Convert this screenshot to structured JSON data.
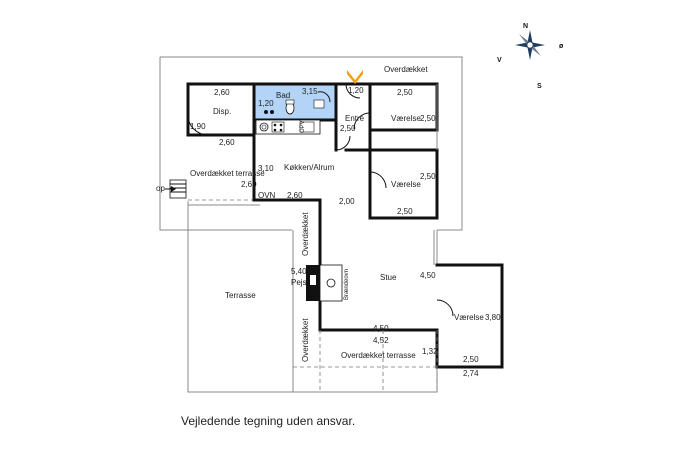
{
  "compass": {
    "n": "N",
    "e": "ø",
    "s": "S",
    "w": "V"
  },
  "labels": {
    "overdaekket_top": "Overdækket",
    "disp": "Disp.",
    "bad": "Bad",
    "entre": "Entré",
    "vaerelse1": "Værelse",
    "vaerelse2": "Værelse",
    "vaerelse3": "Værelse",
    "kokken": "Køkken/Alrum",
    "ovn": "OVN",
    "overdaekket_terrasse_left": "Overdækket terrasse",
    "op": "op",
    "overdaekket_vert1": "Overdækket",
    "overdaekket_vert2": "Overdækket",
    "terrasse": "Terrasse",
    "pejs": "Pejs",
    "braendeovn": "Brændeovn",
    "stue": "Stue",
    "overdaekket_terrasse_bottom": "Overdækket terrasse",
    "opv": "OPV"
  },
  "dimensions": {
    "d_2_60_disp": "2,60",
    "d_1_90": "1,90",
    "d_2_60_lower": "2,60",
    "d_1_20_bad": "1,20",
    "d_3_15": "3,15",
    "d_1_20_entre": "1,20",
    "d_2_50_entre": "2,50",
    "d_2_50_v1_top": "2,50",
    "d_2_50_v1_side": "2,50",
    "d_2_50_v2_side": "2,50",
    "d_2_50_v2_bottom": "2,50",
    "d_3_10": "3,10",
    "d_2_60_side": "2,60",
    "d_2_60_ovn": "2,60",
    "d_2_00": "2,00",
    "d_5_40": "5,40",
    "d_4_50_side": "4,50",
    "d_4_50_bottom": "4,50",
    "d_4_52": "4,52",
    "d_1_32": "1,32",
    "d_3_80": "3,80",
    "d_2_50_v3": "2,50",
    "d_2_74": "2,74"
  },
  "footer": {
    "disclaimer": "Vejledende tegning uden ansvar."
  }
}
